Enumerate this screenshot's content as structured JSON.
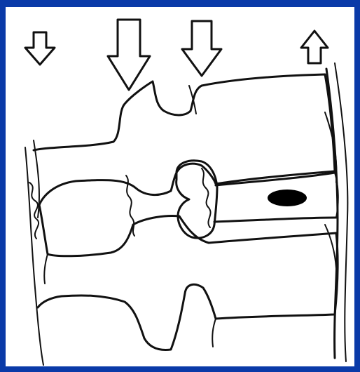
{
  "figure": {
    "frame_color": "#0a3aa8",
    "background_color": "#ffffff",
    "line_color": "#111111",
    "arrows": [
      {
        "name": "down-arrow-small",
        "direction": "down"
      },
      {
        "name": "down-arrow-large",
        "direction": "down"
      },
      {
        "name": "down-arrow-medium",
        "direction": "down"
      },
      {
        "name": "up-arrow-small",
        "direction": "up"
      }
    ],
    "lesion": {
      "name": "dark-lesion",
      "color": "#000000"
    }
  }
}
